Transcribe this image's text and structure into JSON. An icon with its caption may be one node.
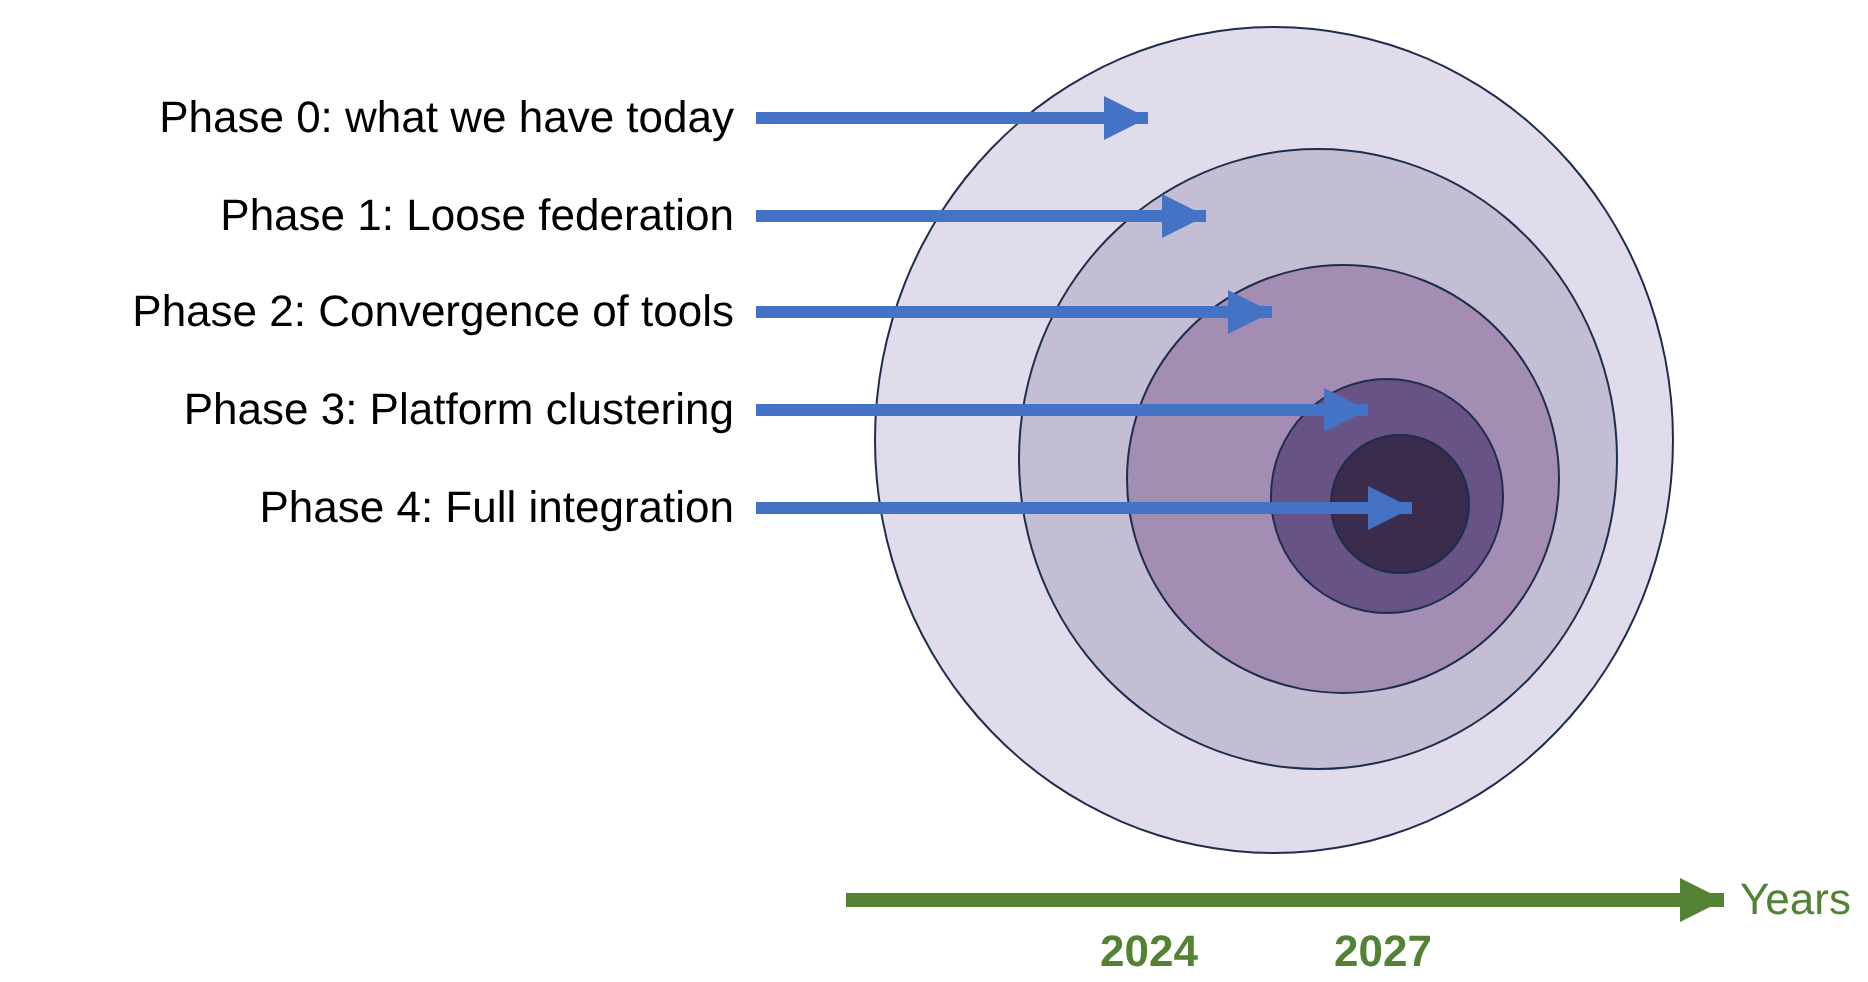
{
  "diagram": {
    "nodes": [
      {
        "text": [
          "Phase 0: what we have today"
        ]
      },
      {
        "text": [
          "Phase 1: Loose federation"
        ]
      },
      {
        "text": [
          "Phase 2: Convergence of tools"
        ]
      },
      {
        "text": [
          "Phase 3: Platform clustering"
        ]
      },
      {
        "text": [
          "Phase 4: Full integration"
        ]
      },
      {
        "text": [],
        "shape": "circle"
      },
      {
        "text": [],
        "shape": "circle",
        "in": 5
      },
      {
        "text": [],
        "shape": "circle",
        "in": 6
      },
      {
        "text": [],
        "shape": "circle",
        "in": 7
      },
      {
        "text": [],
        "shape": "circle",
        "in": 8
      }
    ],
    "edges": [
      {
        "from": 0,
        "to": 5,
        "arrow": "to"
      },
      {
        "from": 1,
        "to": 6,
        "arrow": "to"
      },
      {
        "from": 2,
        "to": 7,
        "arrow": "to"
      },
      {
        "from": 3,
        "to": 8,
        "arrow": "to"
      },
      {
        "from": 4,
        "to": 9,
        "arrow": "to"
      }
    ],
    "labels": [
      "Years",
      "2024",
      "2027"
    ]
  }
}
